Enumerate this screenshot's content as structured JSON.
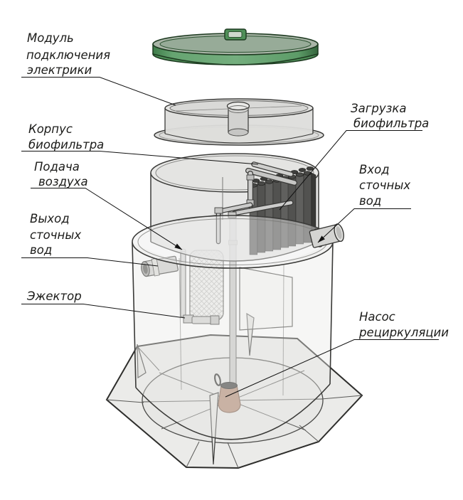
{
  "labels": {
    "electric_module": {
      "line1": "Модуль",
      "line2": "подключения",
      "line3": "электрики"
    },
    "biofilter_housing": {
      "line1": "Корпус",
      "line2": "биофильтра"
    },
    "air_supply": {
      "line1": "Подача",
      "line2": "воздуха"
    },
    "wastewater_outlet": {
      "line1": "Выход",
      "line2": "сточных",
      "line3": "вод"
    },
    "ejector": {
      "line1": "Эжектор"
    },
    "biofilter_media": {
      "line1": "Загрузка",
      "line2": "биофильтра"
    },
    "wastewater_inlet": {
      "line1": "Вход",
      "line2": "сточных",
      "line3": "вод"
    },
    "recirculation_pump": {
      "line1": "Насос",
      "line2": "рециркуляции"
    }
  },
  "colors": {
    "lid_green": "#5f9c68",
    "lid_top_gray_green": "#a5b2a3",
    "body_gray": "#e8e8e6",
    "media_dark": "#545452",
    "pump_tan": "#b28a74",
    "outline": "#2e2e2c",
    "leader_line": "#111111",
    "background": "#ffffff"
  }
}
